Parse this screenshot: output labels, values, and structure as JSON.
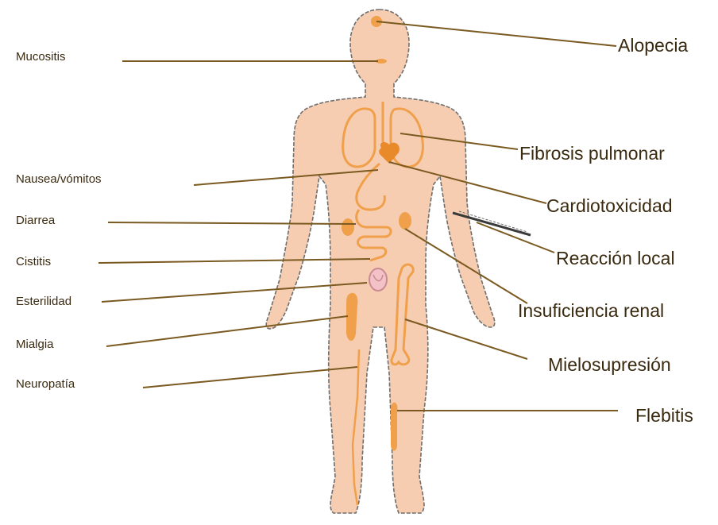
{
  "colors": {
    "body_fill": "#f7cdb1",
    "body_outline": "#6e6e6e",
    "organ_orange": "#f0a04b",
    "organ_dark": "#e8892a",
    "leader_line": "#7a5a20",
    "uterus": "#c98a94",
    "text": "#3a2a10"
  },
  "labels_left": {
    "mucositis": "Mucositis",
    "nausea": "Nausea/vómitos",
    "diarrea": "Diarrea",
    "cistitis": "Cistitis",
    "esterilidad": "Esterilidad",
    "mialgia": "Mialgia",
    "neuropatia": "Neuropatía"
  },
  "labels_right": {
    "alopecia": "Alopecia",
    "fibrosis": "Fibrosis pulmonar",
    "cardiotoxicidad": "Cardiotoxicidad",
    "reaccion": "Reacción local",
    "insuficiencia": "Insuficiencia renal",
    "mielosupresion": "Mielosupresión",
    "flebitis": "Flebitis"
  },
  "icons": {
    "figure": "human-body-silhouette",
    "needle": "syringe-icon"
  }
}
